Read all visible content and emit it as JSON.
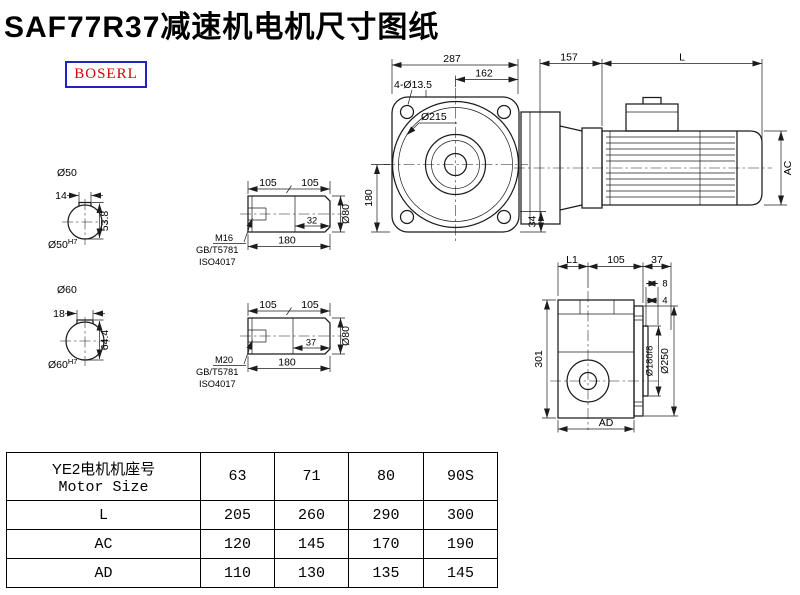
{
  "title": "SAF77R37减速机电机尺寸图纸",
  "logo": {
    "text": "BOSERL",
    "border_color": "#2222c0",
    "text_color": "#d00000"
  },
  "main_view": {
    "d287": "287",
    "d162": "162",
    "d157": "157",
    "dL": "L",
    "bolt": "4-Ø13.5",
    "flange": "Ø215",
    "d180": "180",
    "d34": "34",
    "dAC": "AC"
  },
  "bore50": {
    "label": "Ø50",
    "key_w": "14",
    "key_h": "53.8",
    "fit": "Ø50",
    "tol": "H7"
  },
  "bore60": {
    "label": "Ø60",
    "key_w": "18",
    "key_h": "64.4",
    "fit": "Ø60",
    "tol": "H7"
  },
  "shaft_m16": {
    "seg1": "105",
    "seg2": "105",
    "key_len": "32",
    "len": "180",
    "dia": "Ø80",
    "thread": "M16",
    "std1": "GB/T5781",
    "std2": "ISO4017"
  },
  "shaft_m20": {
    "seg1": "105",
    "seg2": "105",
    "key_len": "37",
    "len": "180",
    "dia": "Ø80",
    "thread": "M20",
    "std1": "GB/T5781",
    "std2": "ISO4017"
  },
  "side_view": {
    "dL1": "L1",
    "d105": "105",
    "d37": "37",
    "d8": "8",
    "d4": "4",
    "d301": "301",
    "d180": "Ø180f8",
    "d250": "Ø250",
    "dAD": "AD"
  },
  "table": {
    "header_cn": "YE2电机机座号",
    "header_en": "Motor Size",
    "sizes": [
      "63",
      "71",
      "80",
      "90S"
    ],
    "rows": [
      {
        "label": "L",
        "values": [
          "205",
          "260",
          "290",
          "300"
        ]
      },
      {
        "label": "AC",
        "values": [
          "120",
          "145",
          "170",
          "190"
        ]
      },
      {
        "label": "AD",
        "values": [
          "110",
          "130",
          "135",
          "145"
        ]
      }
    ]
  }
}
